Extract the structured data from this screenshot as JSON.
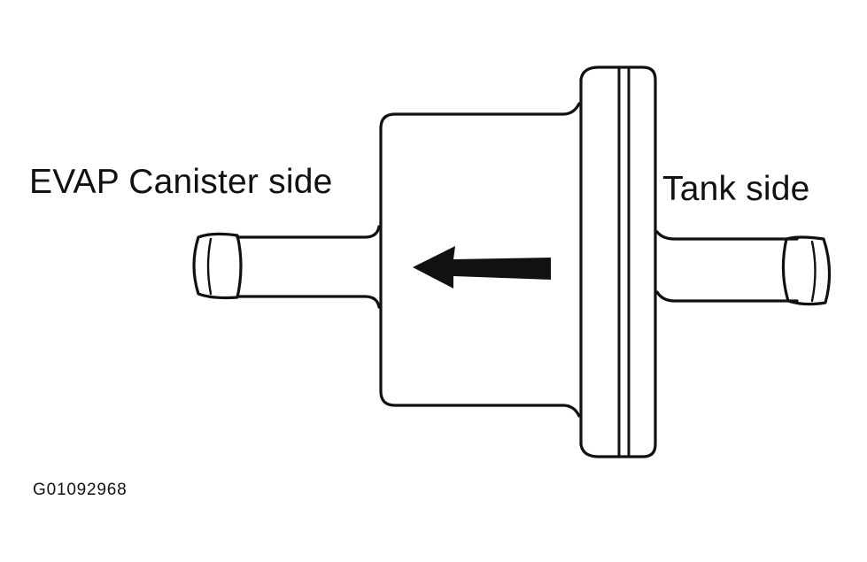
{
  "labels": {
    "left": "EVAP Canister side",
    "right": "Tank side"
  },
  "figure_id": "G01092968",
  "icons": {
    "flow_arrow": "arrow-left-icon"
  },
  "colors": {
    "line": "#111111",
    "background": "#ffffff"
  }
}
